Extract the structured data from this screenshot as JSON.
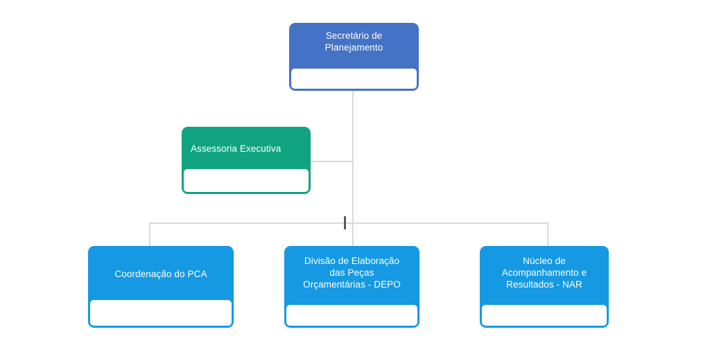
{
  "chart": {
    "type": "org-chart",
    "background_color": "#ffffff",
    "connector_color": "#d9d9d9",
    "nodes": [
      {
        "id": "secretario",
        "label": "Secretário de\nPlanejamento",
        "level": "root",
        "color": "#4472c4",
        "text_color": "#ffffff",
        "text_align": "center"
      },
      {
        "id": "assessoria",
        "label": "Assessoria Executiva",
        "level": "assistant",
        "color": "#10a37f",
        "text_color": "#ffffff",
        "text_align": "left"
      },
      {
        "id": "coordenacao",
        "label": "Coordenação do PCA",
        "level": "child",
        "color": "#1599e3",
        "text_color": "#ffffff",
        "text_align": "center"
      },
      {
        "id": "depo",
        "label": "Divisão de Elaboração\ndas Peças\nOrçamentárias - DEPO",
        "level": "child",
        "color": "#1599e3",
        "text_color": "#ffffff",
        "text_align": "center"
      },
      {
        "id": "nar",
        "label": "Núcleo de\nAcompanhamento e\nResultados - NAR",
        "level": "child",
        "color": "#1599e3",
        "text_color": "#ffffff",
        "text_align": "center"
      }
    ],
    "edges": [
      {
        "from": "secretario",
        "to": "assessoria"
      },
      {
        "from": "secretario",
        "to": "coordenacao"
      },
      {
        "from": "secretario",
        "to": "depo"
      },
      {
        "from": "secretario",
        "to": "nar"
      }
    ]
  }
}
